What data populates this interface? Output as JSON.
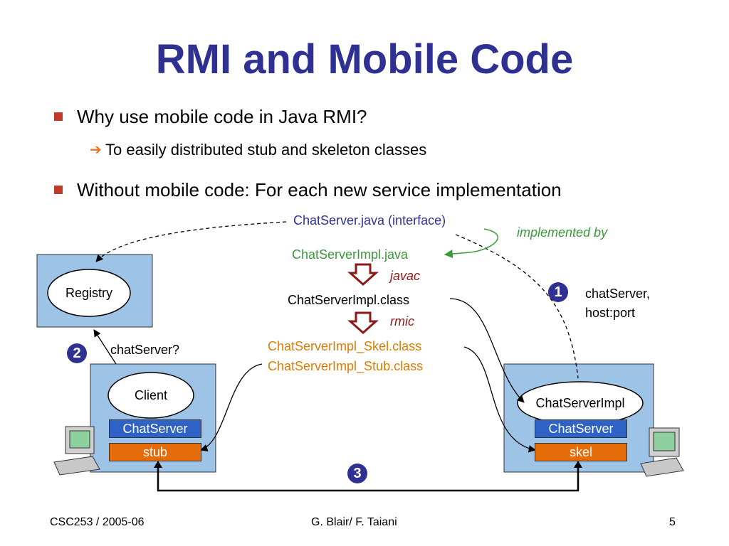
{
  "slide": {
    "title": "RMI and Mobile Code",
    "bullets": [
      {
        "text": "Why use mobile code in Java RMI?"
      },
      {
        "text": "Without mobile code: For each new service implementation"
      }
    ],
    "sub_bullet": "To easily distributed stub and skeleton classes",
    "footer": {
      "left": "CSC253 / 2005-06",
      "center": "G. Blair/ F. Taiani",
      "right": "5"
    }
  },
  "diagram": {
    "interface_file": "ChatServer.java (interface)",
    "implemented_by": "implemented by",
    "impl_file": "ChatServerImpl.java",
    "javac": "javac",
    "impl_class": "ChatServerImpl.class",
    "rmic": "rmic",
    "skel_class": "ChatServerImpl_Skel.class",
    "stub_class": "ChatServerImpl_Stub.class",
    "registry": "Registry",
    "client": "Client",
    "client_iface": "ChatServer",
    "client_stub": "stub",
    "server": "ChatServerImpl",
    "server_iface": "ChatServer",
    "server_skel": "skel",
    "step1": "1",
    "step1_label_line1": "chatServer,",
    "step1_label_line2": "host:port",
    "step2": "2",
    "step2_label": "chatServer?",
    "step3": "3",
    "colors": {
      "title": "#2e3192",
      "box_fill": "#9dc3e6",
      "iface_bar": "#2f62c6",
      "stub_bar": "#e66c0a",
      "green": "#3a9a3a",
      "orange": "#e07b00",
      "darkred": "#8b1a1a"
    }
  }
}
